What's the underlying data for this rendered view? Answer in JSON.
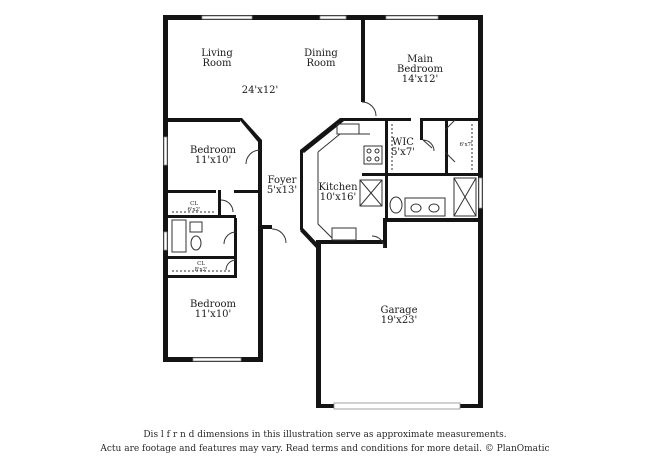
{
  "rooms": {
    "living": {
      "name": "Living",
      "name2": "Room"
    },
    "dining": {
      "name": "Dining",
      "name2": "Room"
    },
    "great_dims": "24'x12'",
    "main_bed": {
      "name": "Main",
      "name2": "Bedroom",
      "dims": "14'x12'"
    },
    "bed1": {
      "name": "Bedroom",
      "dims": "11'x10'"
    },
    "wic": {
      "name": "WIC",
      "dims": "5'x7'"
    },
    "small_closet": {
      "dims": "6'x7'"
    },
    "foyer": {
      "name": "Foyer",
      "dims": "5'x13'"
    },
    "kitchen": {
      "name": "Kitchen",
      "dims": "10'x16'"
    },
    "cl1": {
      "name": "CL",
      "dims": "6'x2'"
    },
    "cl2": {
      "name": "CL",
      "dims": "8'x2'"
    },
    "bed2": {
      "name": "Bedroom",
      "dims": "11'x10'"
    },
    "garage": {
      "name": "Garage",
      "dims": "19'x23'"
    }
  },
  "disclaimer": {
    "line1": "Dis      l  f   r  n  d dimensions in this illustration serve as approximate measurements.",
    "line2": "Actu      are footage and features may vary. Read terms and conditions for more detail. © PlanOmatic"
  }
}
